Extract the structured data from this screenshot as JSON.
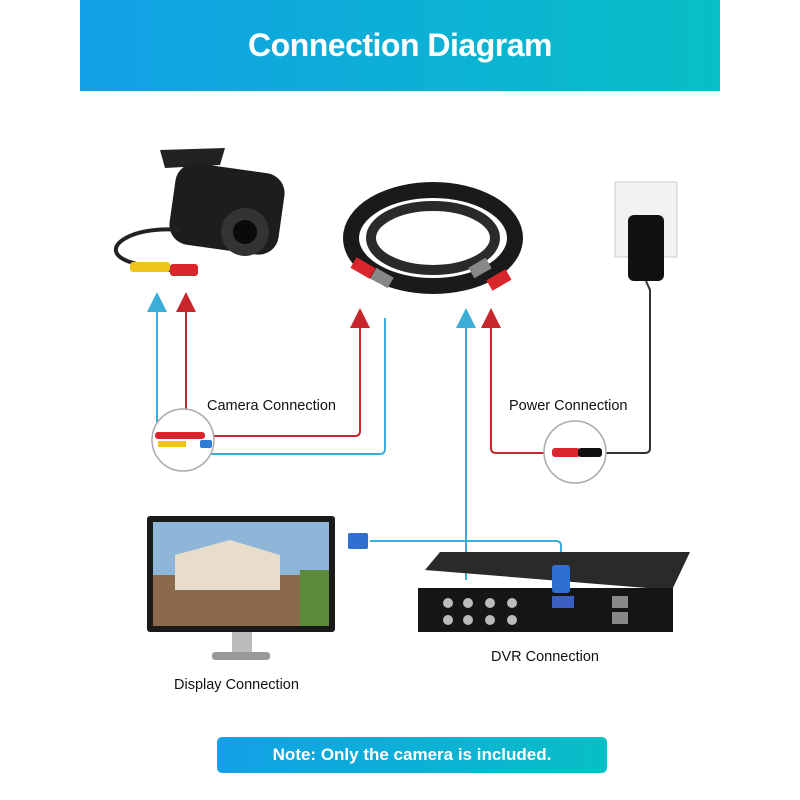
{
  "header": {
    "title": "Connection Diagram"
  },
  "labels": {
    "camera": "Camera Connection",
    "power": "Power Connection",
    "dvr": "DVR Connection",
    "display": "Display Connection"
  },
  "note": "Note: Only the camera is included.",
  "colors": {
    "video_line": "#3aaed8",
    "power_line": "#c8262c",
    "header_start": "#12a0e6",
    "header_end": "#07bfc6"
  }
}
